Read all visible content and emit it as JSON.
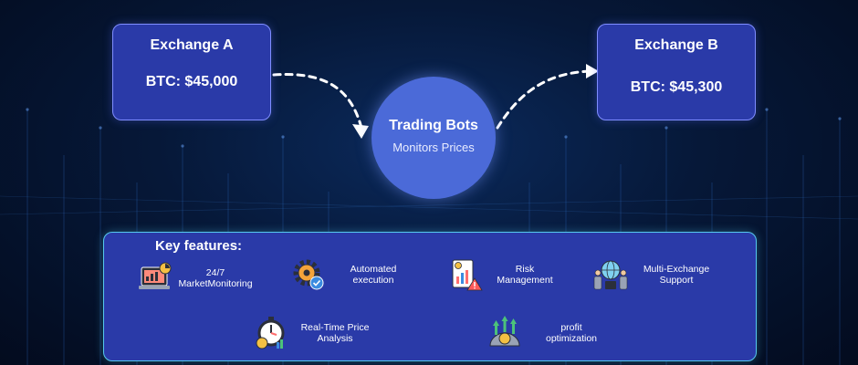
{
  "exchanges": {
    "a": {
      "title": "Exchange A",
      "price": "BTC: $45,000"
    },
    "b": {
      "title": "Exchange B",
      "price": "BTC: $45,300"
    }
  },
  "bot": {
    "title": "Trading Bots",
    "subtitle": "Monitors Prices"
  },
  "features": {
    "title": "Key features:",
    "items": [
      {
        "label_line1": "24/7",
        "label_line2": "MarketMonitoring",
        "icon": "laptop-chart-icon"
      },
      {
        "label_line1": "Automated",
        "label_line2": "execution",
        "icon": "gear-check-icon"
      },
      {
        "label_line1": "Risk",
        "label_line2": "Management",
        "icon": "report-warning-icon"
      },
      {
        "label_line1": "Multi-Exchange",
        "label_line2": "Support",
        "icon": "globe-people-icon"
      },
      {
        "label_line1": "Real-Time Price",
        "label_line2": "Analysis",
        "icon": "stopwatch-coin-icon"
      },
      {
        "label_line1": "profit",
        "label_line2": "optimization",
        "icon": "gear-growth-icon"
      }
    ]
  },
  "colors": {
    "box_fill": "#2a3aa8",
    "box_border": "#7f8dff",
    "circle_fill": "#4b6ad8",
    "feature_border": "#55c8ee"
  }
}
